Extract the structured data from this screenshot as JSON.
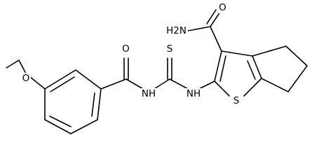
{
  "diagram": {
    "type": "chemical-structure",
    "atoms": {
      "O_amide": "O",
      "NH2": "H2N",
      "S_thio": "S",
      "NH_thiourea_right": "NH",
      "NH_thiourea_left": "NH",
      "O_benzoyl": "O",
      "O_ether": "O",
      "S_ring": "S"
    },
    "colors": {
      "bond": "#000000",
      "label": "#000000",
      "background": "#ffffff"
    }
  }
}
